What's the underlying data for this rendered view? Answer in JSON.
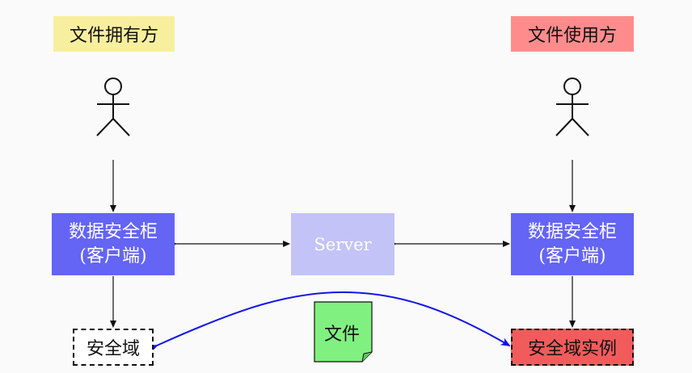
{
  "owner": {
    "label": "文件拥有方"
  },
  "user": {
    "label": "文件使用方"
  },
  "left_vault": {
    "line1": "数据安全柜",
    "line2": "(客户端)"
  },
  "right_vault": {
    "line1": "数据安全柜",
    "line2": "(客户端)"
  },
  "server": {
    "label": "Server"
  },
  "left_domain": {
    "label": "安全域"
  },
  "right_domain": {
    "label": "安全域实例"
  },
  "file": {
    "label": "文件"
  },
  "colors": {
    "owner_bg": "#f7ef9e",
    "user_bg": "#ff8c8c",
    "vault_bg": "#6464f5",
    "server_bg": "#c3c3f7",
    "domain_instance_bg": "#f25b5b",
    "file_bg": "#80f080",
    "transfer_arrow": "#1414e6",
    "line": "#111111"
  }
}
